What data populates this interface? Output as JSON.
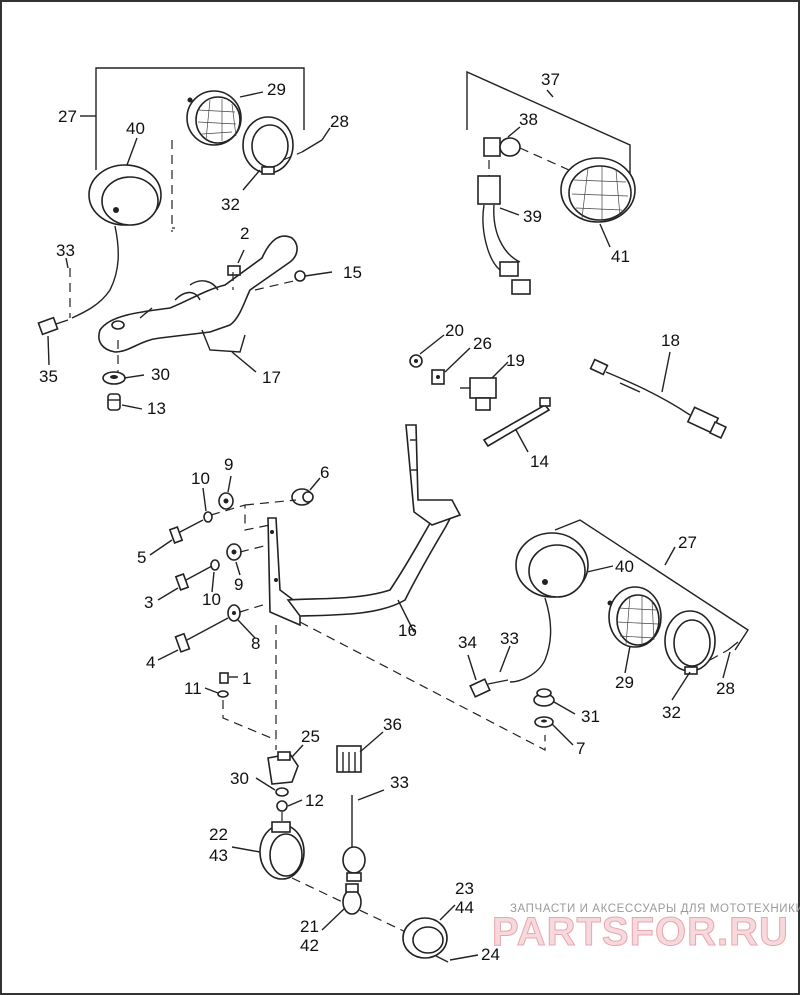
{
  "callouts": {
    "c27a": "27",
    "c29a": "29",
    "c28a": "28",
    "c40a": "40",
    "c32a": "32",
    "c33a": "33",
    "c2": "2",
    "c15": "15",
    "c35": "35",
    "c30a": "30",
    "c17": "17",
    "c13": "13",
    "c37": "37",
    "c38": "38",
    "c39": "39",
    "c41": "41",
    "c20": "20",
    "c26": "26",
    "c19": "19",
    "c18": "18",
    "c14": "14",
    "c10a": "10",
    "c9a": "9",
    "c6": "6",
    "c5": "5",
    "c3": "3",
    "c9b": "9",
    "c10b": "10",
    "c4": "4",
    "c8": "8",
    "c16": "16",
    "c27b": "27",
    "c40b": "40",
    "c34": "34",
    "c33b": "33",
    "c29b": "29",
    "c32b": "32",
    "c28b": "28",
    "c31": "31",
    "c7": "7",
    "c11": "11",
    "c1": "1",
    "c25": "25",
    "c36": "36",
    "c30b": "30",
    "c12": "12",
    "c33c": "33",
    "c22": "22",
    "c43": "43",
    "c21": "21",
    "c42": "42",
    "c23": "23",
    "c44": "44",
    "c24": "24"
  },
  "watermark": {
    "tagline": "ЗАПЧАСТИ И АКСЕССУАРЫ ДЛЯ МОТОТЕХНИКИ",
    "brand": "PARTSFOR.RU"
  }
}
